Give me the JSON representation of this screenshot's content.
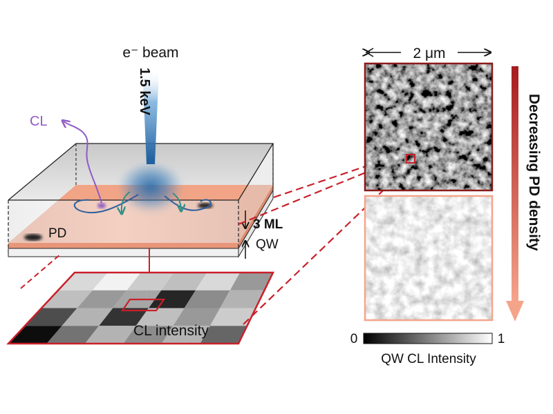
{
  "labels": {
    "beam": "e⁻ beam",
    "energy": "1.5 keV",
    "cl": "CL",
    "pd": "PD",
    "thickness": "3 ML",
    "qw": "QW",
    "cl_intensity": "CL intensity",
    "scale_bar": "2 μm",
    "trend": "Decreasing PD density",
    "colorbar_min": "0",
    "colorbar_max": "1",
    "colorbar_title": "QW CL Intensity"
  },
  "grid_map": {
    "rows": 4,
    "cols": 6,
    "intensities": [
      [
        0.85,
        0.95,
        0.8,
        0.75,
        0.85,
        0.6
      ],
      [
        0.75,
        0.6,
        0.65,
        0.15,
        0.55,
        0.7
      ],
      [
        0.3,
        0.7,
        0.2,
        0.75,
        0.6,
        0.8
      ],
      [
        0.05,
        0.45,
        0.7,
        0.55,
        0.7,
        0.4
      ]
    ]
  },
  "colors": {
    "qw_layer": "#f2a486",
    "beam": "#1f5f9e",
    "cl_photon": "#8e5bc4",
    "carrier_path": "#2f8f86",
    "highlight_red": "#c8202a",
    "arrow_top": "#a61b1f",
    "arrow_bottom": "#f5a48a"
  },
  "texture_seeds": {
    "high_pd": 7,
    "low_pd": 23
  }
}
